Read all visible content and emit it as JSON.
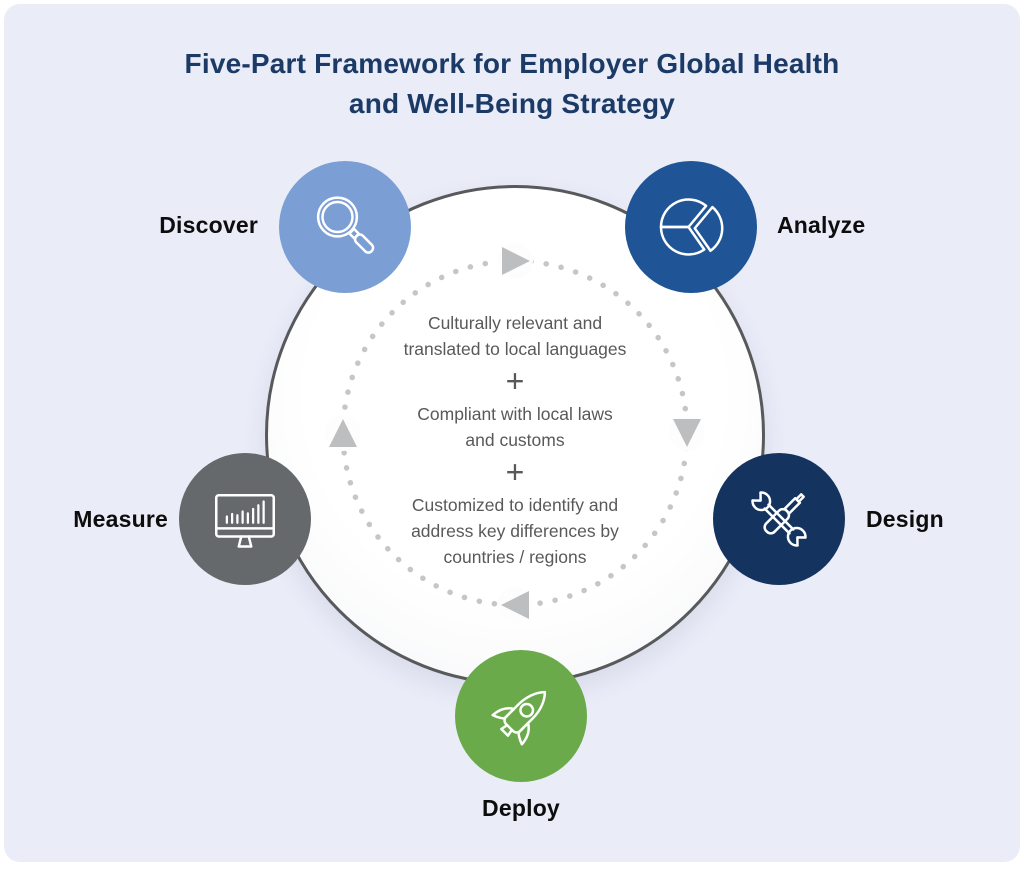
{
  "title": {
    "full": "Five-Part Framework for Employer Global Health and Well-Being Strategy",
    "line1": "Five-Part Framework for Employer Global Health",
    "line2": "and Well-Being Strategy"
  },
  "center": {
    "plus": "+",
    "items": [
      "Culturally relevant and translated to local languages",
      "Compliant with local laws and customs",
      "Customized to identify and address key differences by countries / regions"
    ]
  },
  "nodes": [
    {
      "label": "Discover",
      "color": "#7b9fd4",
      "icon": "magnifier-icon"
    },
    {
      "label": "Analyze",
      "color": "#1f5596",
      "icon": "pie-chart-icon"
    },
    {
      "label": "Design",
      "color": "#14335e",
      "icon": "wrench-screwdriver-icon"
    },
    {
      "label": "Deploy",
      "color": "#6aaa4b",
      "icon": "rocket-icon"
    },
    {
      "label": "Measure",
      "color": "#66696b",
      "icon": "monitor-bar-chart-icon"
    }
  ],
  "colors": {
    "background": "#eaecf8",
    "title_text": "#1b3a66",
    "main_circle_fill": "#ffffff",
    "main_circle_border": "#58595b",
    "ring_dots": "#c4c6c8",
    "ring_arrows": "#bcbec0",
    "center_text": "#58595b",
    "label_text": "#0d0d0d"
  }
}
